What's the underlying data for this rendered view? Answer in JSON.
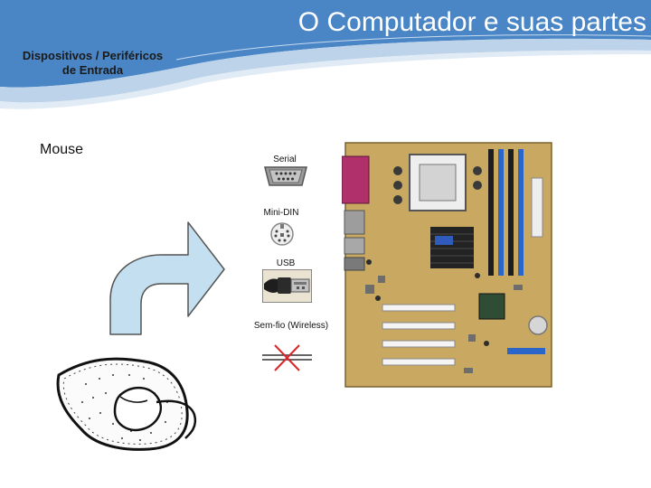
{
  "slide": {
    "title": "O Computador e suas partes",
    "subtitle_line1": "Dispositivos / Periféricos",
    "subtitle_line2": "de Entrada",
    "device_label": "Mouse"
  },
  "connectors": {
    "serial": "Serial",
    "mini_din": "Mini-DIN",
    "usb": "USB",
    "wireless": "Sem-fio (Wireless)"
  },
  "colors": {
    "header_blue": "#4a86c6",
    "header_light": "#bcd3ea",
    "arrow_fill": "#c4dff0",
    "board_fill": "#c9a862",
    "wireless_x": "#d9262b"
  }
}
